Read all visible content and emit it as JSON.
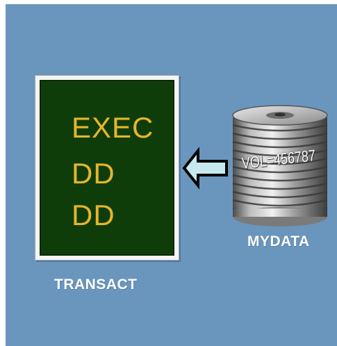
{
  "jcl": {
    "lines": [
      "EXEC",
      "DD",
      "DD"
    ],
    "caption": "TRANSACT"
  },
  "dataset": {
    "volume_label": "VOL=456787",
    "caption": "MYDATA"
  },
  "colors": {
    "background": "#6a96be",
    "jcl_panel": "#0f3d0a",
    "jcl_text": "#e6b52c",
    "arrow_fill": "#c8e8ef",
    "caption_text": "#ffffff"
  },
  "icons": {
    "arrow": "left-arrow-icon",
    "disk": "disk-pack-icon"
  }
}
